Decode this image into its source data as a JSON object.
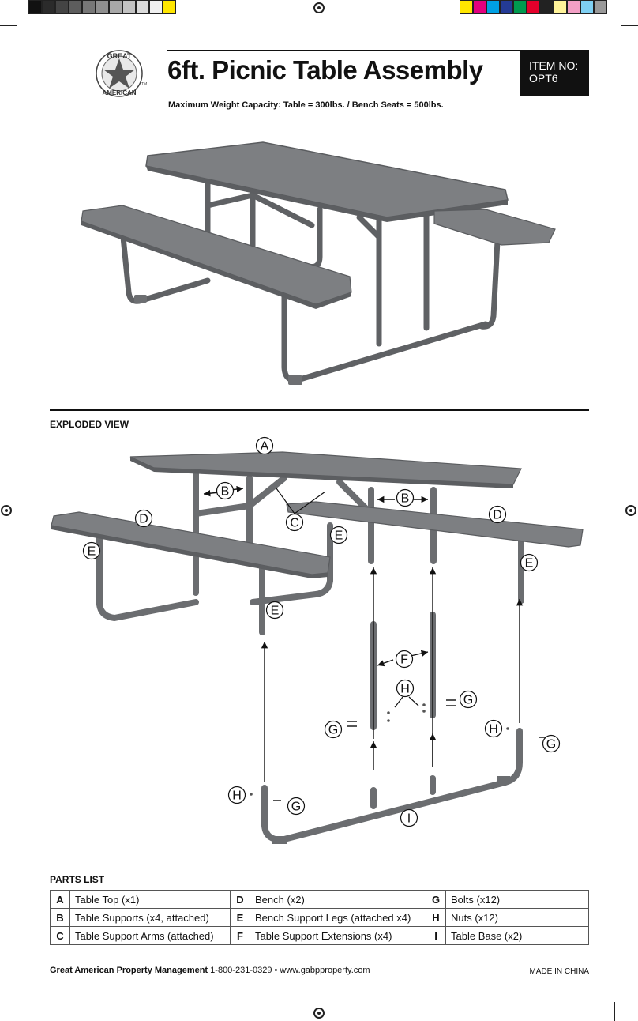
{
  "header": {
    "logo_text_top": "GREAT",
    "logo_text_bottom": "AMERICAN",
    "logo_tm": "TM",
    "title": "6ft. Picnic Table Assembly",
    "item_no_label": "ITEM NO:",
    "item_no_value": "OPT6",
    "capacity": "Maximum Weight Capacity: Table = 300lbs. / Bench Seats = 500lbs."
  },
  "exploded": {
    "title": "EXPLODED VIEW",
    "callouts": [
      "A",
      "B",
      "B",
      "C",
      "D",
      "D",
      "E",
      "E",
      "E",
      "E",
      "F",
      "G",
      "G",
      "G",
      "G",
      "H",
      "H",
      "H",
      "I"
    ]
  },
  "parts": {
    "title": "PARTS LIST",
    "rows": [
      [
        {
          "k": "A",
          "v": "Table Top (x1)"
        },
        {
          "k": "D",
          "v": "Bench (x2)"
        },
        {
          "k": "G",
          "v": "Bolts (x12)"
        }
      ],
      [
        {
          "k": "B",
          "v": "Table Supports (x4, attached)"
        },
        {
          "k": "E",
          "v": "Bench Support Legs (attached x4)"
        },
        {
          "k": "H",
          "v": "Nuts (x12)"
        }
      ],
      [
        {
          "k": "C",
          "v": "Table Support Arms (attached)"
        },
        {
          "k": "F",
          "v": "Table Support Extensions (x4)"
        },
        {
          "k": "I",
          "v": "Table Base (x2)"
        }
      ]
    ]
  },
  "footer": {
    "company": "Great American Property Management",
    "contact": " 1-800-231-0329 • www.gabpproperty.com",
    "made_in": "MADE IN CHINA"
  },
  "colors": {
    "table_grey": "#7d7f82",
    "table_dark": "#55575a",
    "leg_grey": "#6b6d70",
    "swatches": [
      "#111111",
      "#2b2b2b",
      "#444444",
      "#5d5d5d",
      "#777777",
      "#8f8f8f",
      "#a8a8a8",
      "#c2c2c2",
      "#dadada",
      "#f0f0f0",
      "#ffe600",
      "#e3007e",
      "#00a0e4",
      "#243b96",
      "#009a4f",
      "#e4002b",
      "#222222",
      "#fff39a",
      "#f29fc5",
      "#7fd0f3",
      "#999999"
    ]
  }
}
